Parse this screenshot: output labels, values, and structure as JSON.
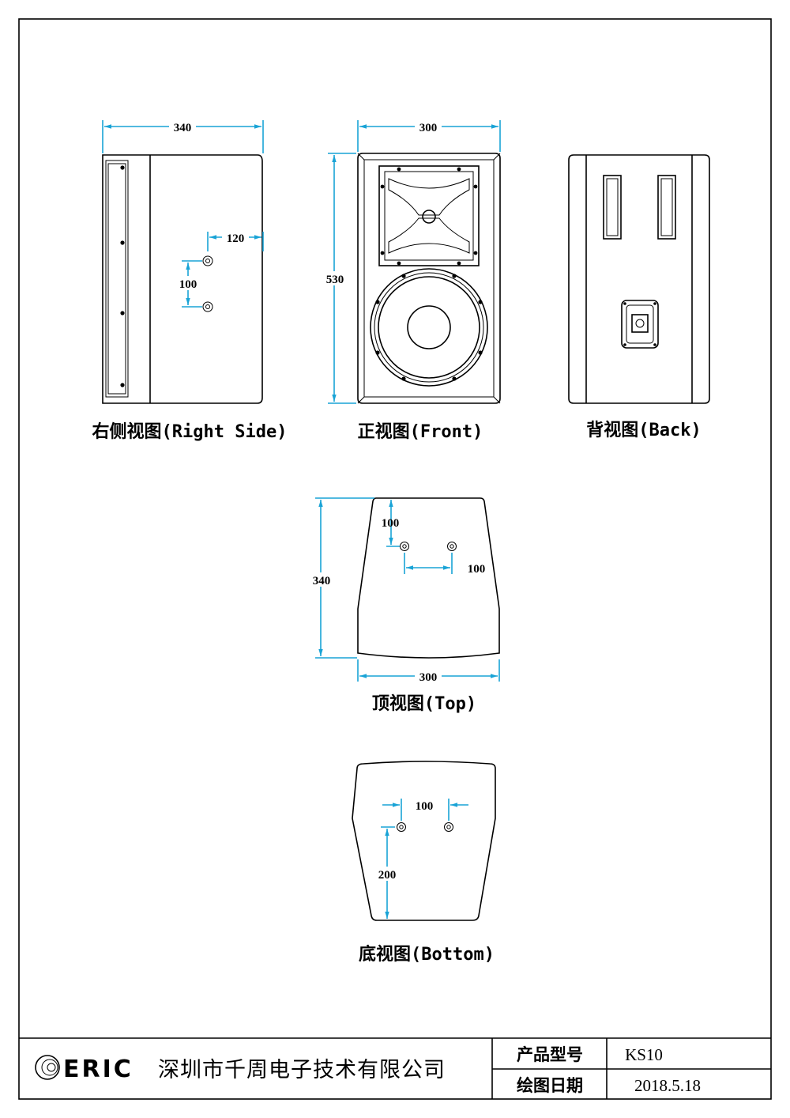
{
  "views": {
    "right": {
      "caption": "右侧视图(Right Side)",
      "dims": {
        "width": "340",
        "horizontal": "120",
        "vertical": "100"
      }
    },
    "front": {
      "caption": "正视图(Front)",
      "dims": {
        "width": "300",
        "height": "530"
      }
    },
    "back": {
      "caption": "背视图(Back)"
    },
    "top": {
      "caption": "顶视图(Top)",
      "dims": {
        "depth": "340",
        "width": "300",
        "offset": "100",
        "spacing": "100"
      }
    },
    "bottom": {
      "caption": "底视图(Bottom)",
      "dims": {
        "spacing": "100",
        "offset": "200"
      }
    }
  },
  "title_block": {
    "logo_text": "ERIC",
    "company": "深圳市千周电子技术有限公司",
    "model_label": "产品型号",
    "model_value": "KS10",
    "date_label": "绘图日期",
    "date_value": "2018.5.18"
  },
  "colors": {
    "dimension": "#19a3d6",
    "outline": "#000000"
  }
}
